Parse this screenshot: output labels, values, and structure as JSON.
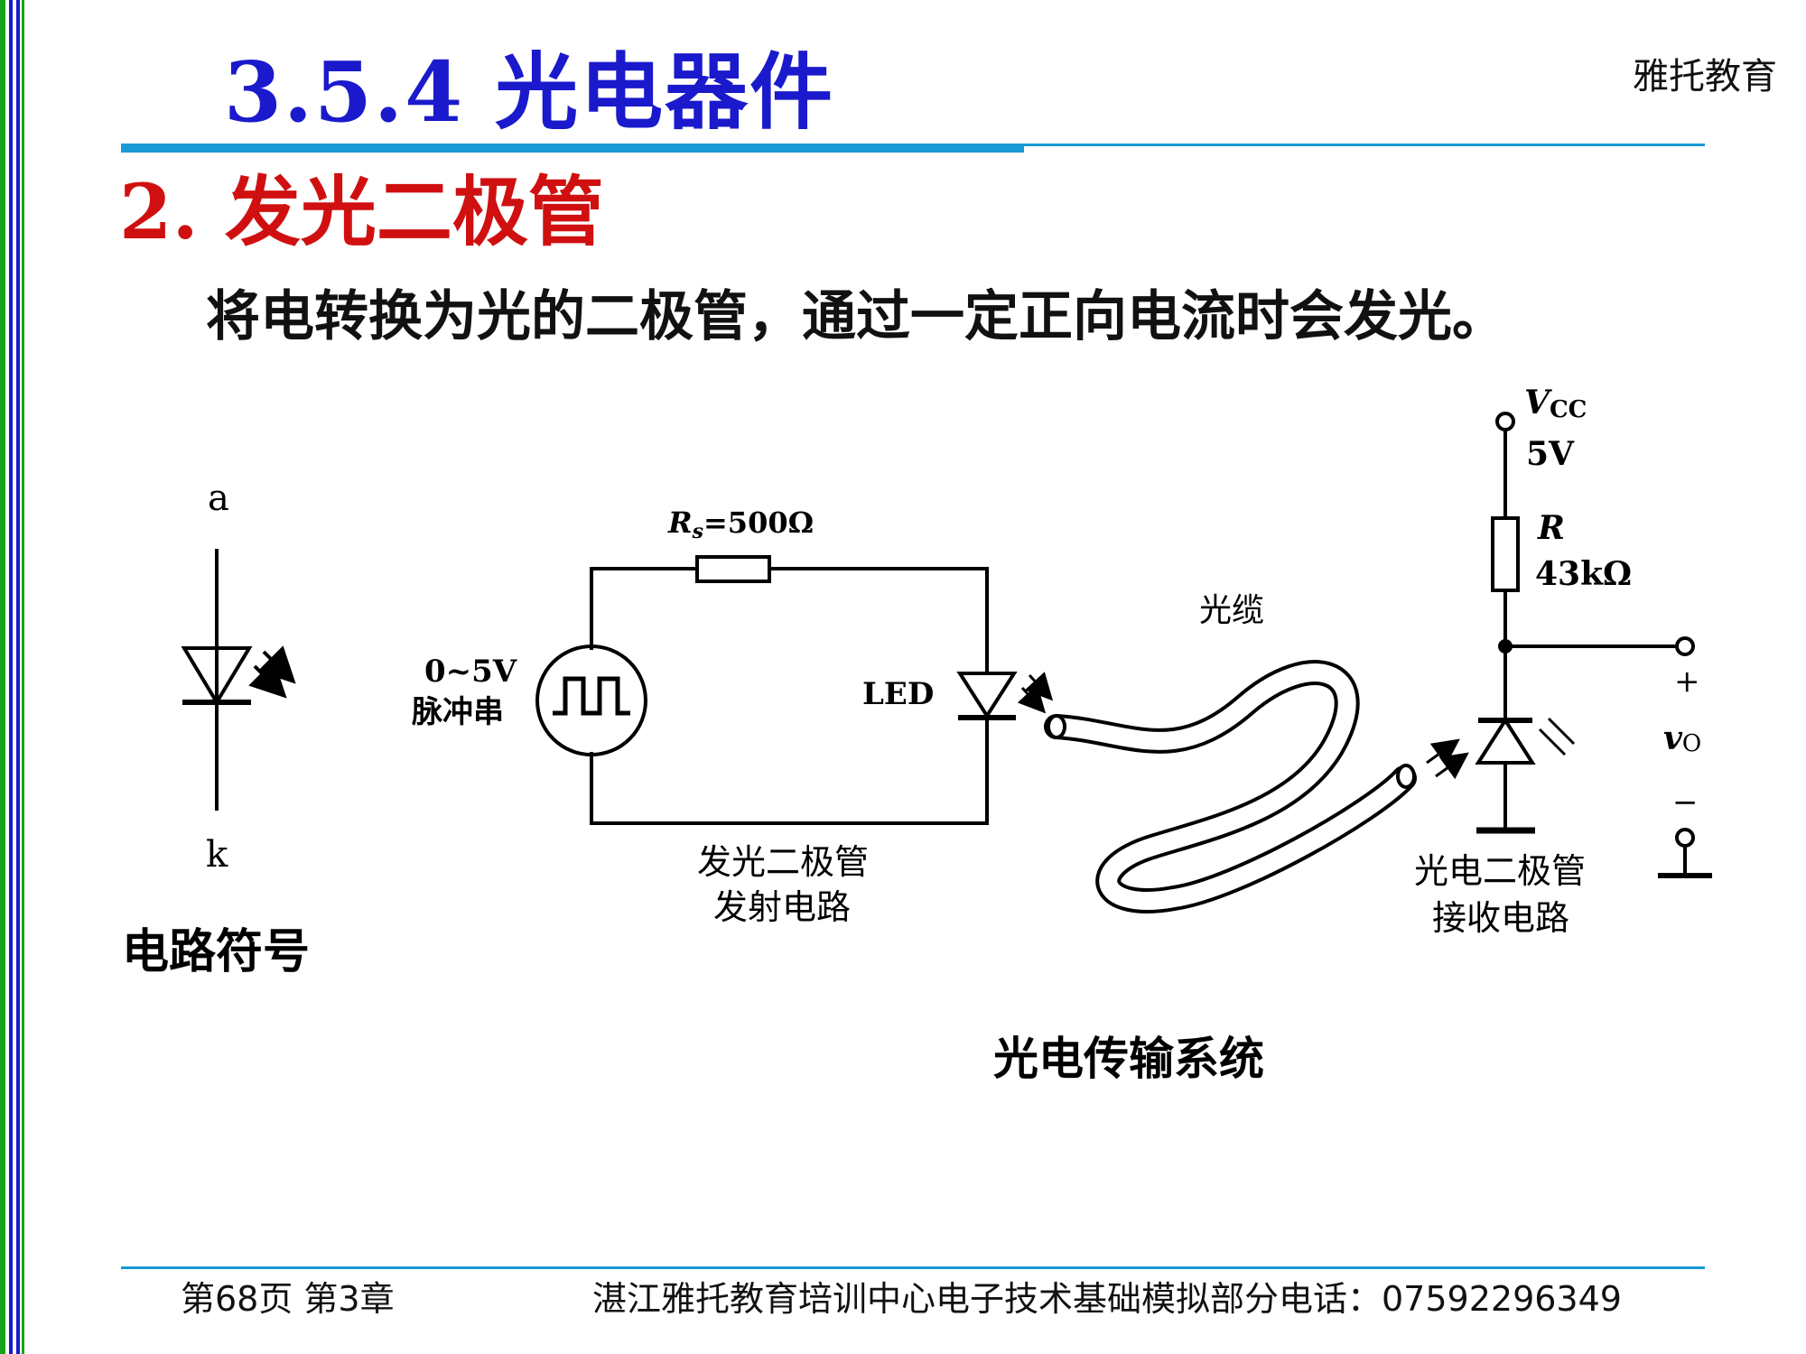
{
  "header": {
    "title": "3.5.4  光电器件",
    "brand": "雅托教育"
  },
  "section": {
    "heading": "2. 发光二极管",
    "description": "将电转换为光的二极管，通过一定正向电流时会发光。"
  },
  "symbol": {
    "anode": "a",
    "cathode": "k",
    "caption": "电路符号"
  },
  "transmitter": {
    "resistor": "R",
    "resistor_sub": "s",
    "resistor_value": "=500Ω",
    "source_line1": "0~5V",
    "source_line2": "脉冲串",
    "led": "LED",
    "caption_line1": "发光二极管",
    "caption_line2": "发射电路"
  },
  "cable": {
    "label": "光缆"
  },
  "receiver": {
    "vcc": "V",
    "vcc_sub": "CC",
    "vcc_value": "5V",
    "resistor": "R",
    "resistor_value": "43kΩ",
    "plus": "+",
    "output": "v",
    "output_sub": "O",
    "minus": "−",
    "caption_line1": "光电二极管",
    "caption_line2": "接收电路"
  },
  "system_caption": "光电传输系统",
  "footer": {
    "page_info": "第68页    第3章",
    "org_info": "湛江雅托教育培训中心电子技术基础模拟部分电话：07592296349"
  },
  "colors": {
    "title": "#1a1acc",
    "section": "#d01010",
    "rule": "#1a9ad6",
    "left_bar_green": "#1aa31a",
    "left_bar_blue": "#1a1acc"
  }
}
